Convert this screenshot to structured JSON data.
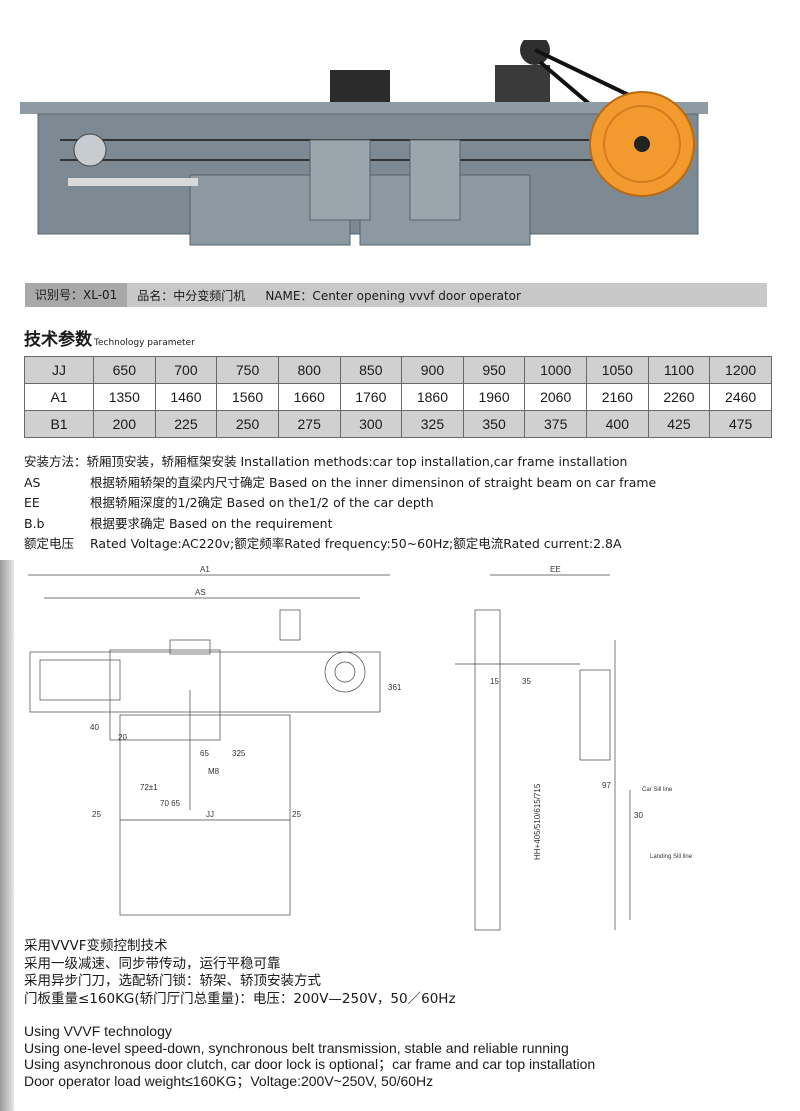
{
  "id_bar": {
    "id": "识别号：XL-01",
    "product": "品名：中分变频门机",
    "name": "NAME：Center opening vvvf door operator"
  },
  "tech_params": {
    "title_cn": "技术参数",
    "title_en": "Technology parameter",
    "rows": [
      {
        "label": "JJ",
        "values": [
          "650",
          "700",
          "750",
          "800",
          "850",
          "900",
          "950",
          "1000",
          "1050",
          "1100",
          "1200"
        ]
      },
      {
        "label": "A1",
        "values": [
          "1350",
          "1460",
          "1560",
          "1660",
          "1760",
          "1860",
          "1960",
          "2060",
          "2160",
          "2260",
          "2460"
        ]
      },
      {
        "label": "B1",
        "values": [
          "200",
          "225",
          "250",
          "275",
          "300",
          "325",
          "350",
          "375",
          "400",
          "425",
          "475"
        ]
      }
    ]
  },
  "notes": {
    "install": "安装方法：轿厢顶安装，轿厢框架安装  Installation methods:car top installation,car frame installation",
    "as_key": "AS",
    "as_val": "根据轿厢轿架的直梁内尺寸确定   Based on the inner dimensinon of straight beam on car frame",
    "ee_key": "EE",
    "ee_val": "根据轿厢深度的1/2确定  Based on the1/2 of  the car depth",
    "bb_key": "B.b",
    "bb_val": "根据要求确定 Based on the requirement",
    "rv_key": "额定电压",
    "rv_val": "Rated Voltage:AC220v;额定频率Rated frequency:50~60Hz;额定电流Rated current:2.8A"
  },
  "drawing_labels": {
    "a1": "A1",
    "as": "AS",
    "d361": "361",
    "d40": "40",
    "d20": "20",
    "d65": "65",
    "d325": "325",
    "m8": "M8",
    "d72": "72±1",
    "d7065": "70 65",
    "d25a": "25",
    "d25b": "25",
    "jj": "JJ",
    "ee": "EE",
    "d35": "35",
    "d15": "15",
    "d97": "97",
    "d30": "30",
    "hh": "HH+405/510/615/715",
    "car_sill": "Car Sill line",
    "landing_sill": "Landing Sill line"
  },
  "features_cn": [
    "采用VVVF变频控制技术",
    "采用一级减速、同步带传动，运行平稳可靠",
    "采用异步门刀，选配轿门锁：轿架、轿顶安装方式",
    "门板重量≤160KG(轿门厅门总重量)：电压：200V—250V，50／60Hz"
  ],
  "features_en": [
    "Using VVVF technology",
    "Using one-level speed-down,  synchronous belt transmission,  stable and reliable running",
    "Using asynchronous door clutch,  car door lock is optional；car frame and car top installation",
    "Door operator load weight≤160KG；Voltage:200V~250V,  50/60Hz"
  ],
  "colors": {
    "steel": "#7d8a93",
    "pulley": "#f39a2e",
    "table_gray": "#d0d0d0",
    "bar_gray": "#c8c8c8"
  }
}
